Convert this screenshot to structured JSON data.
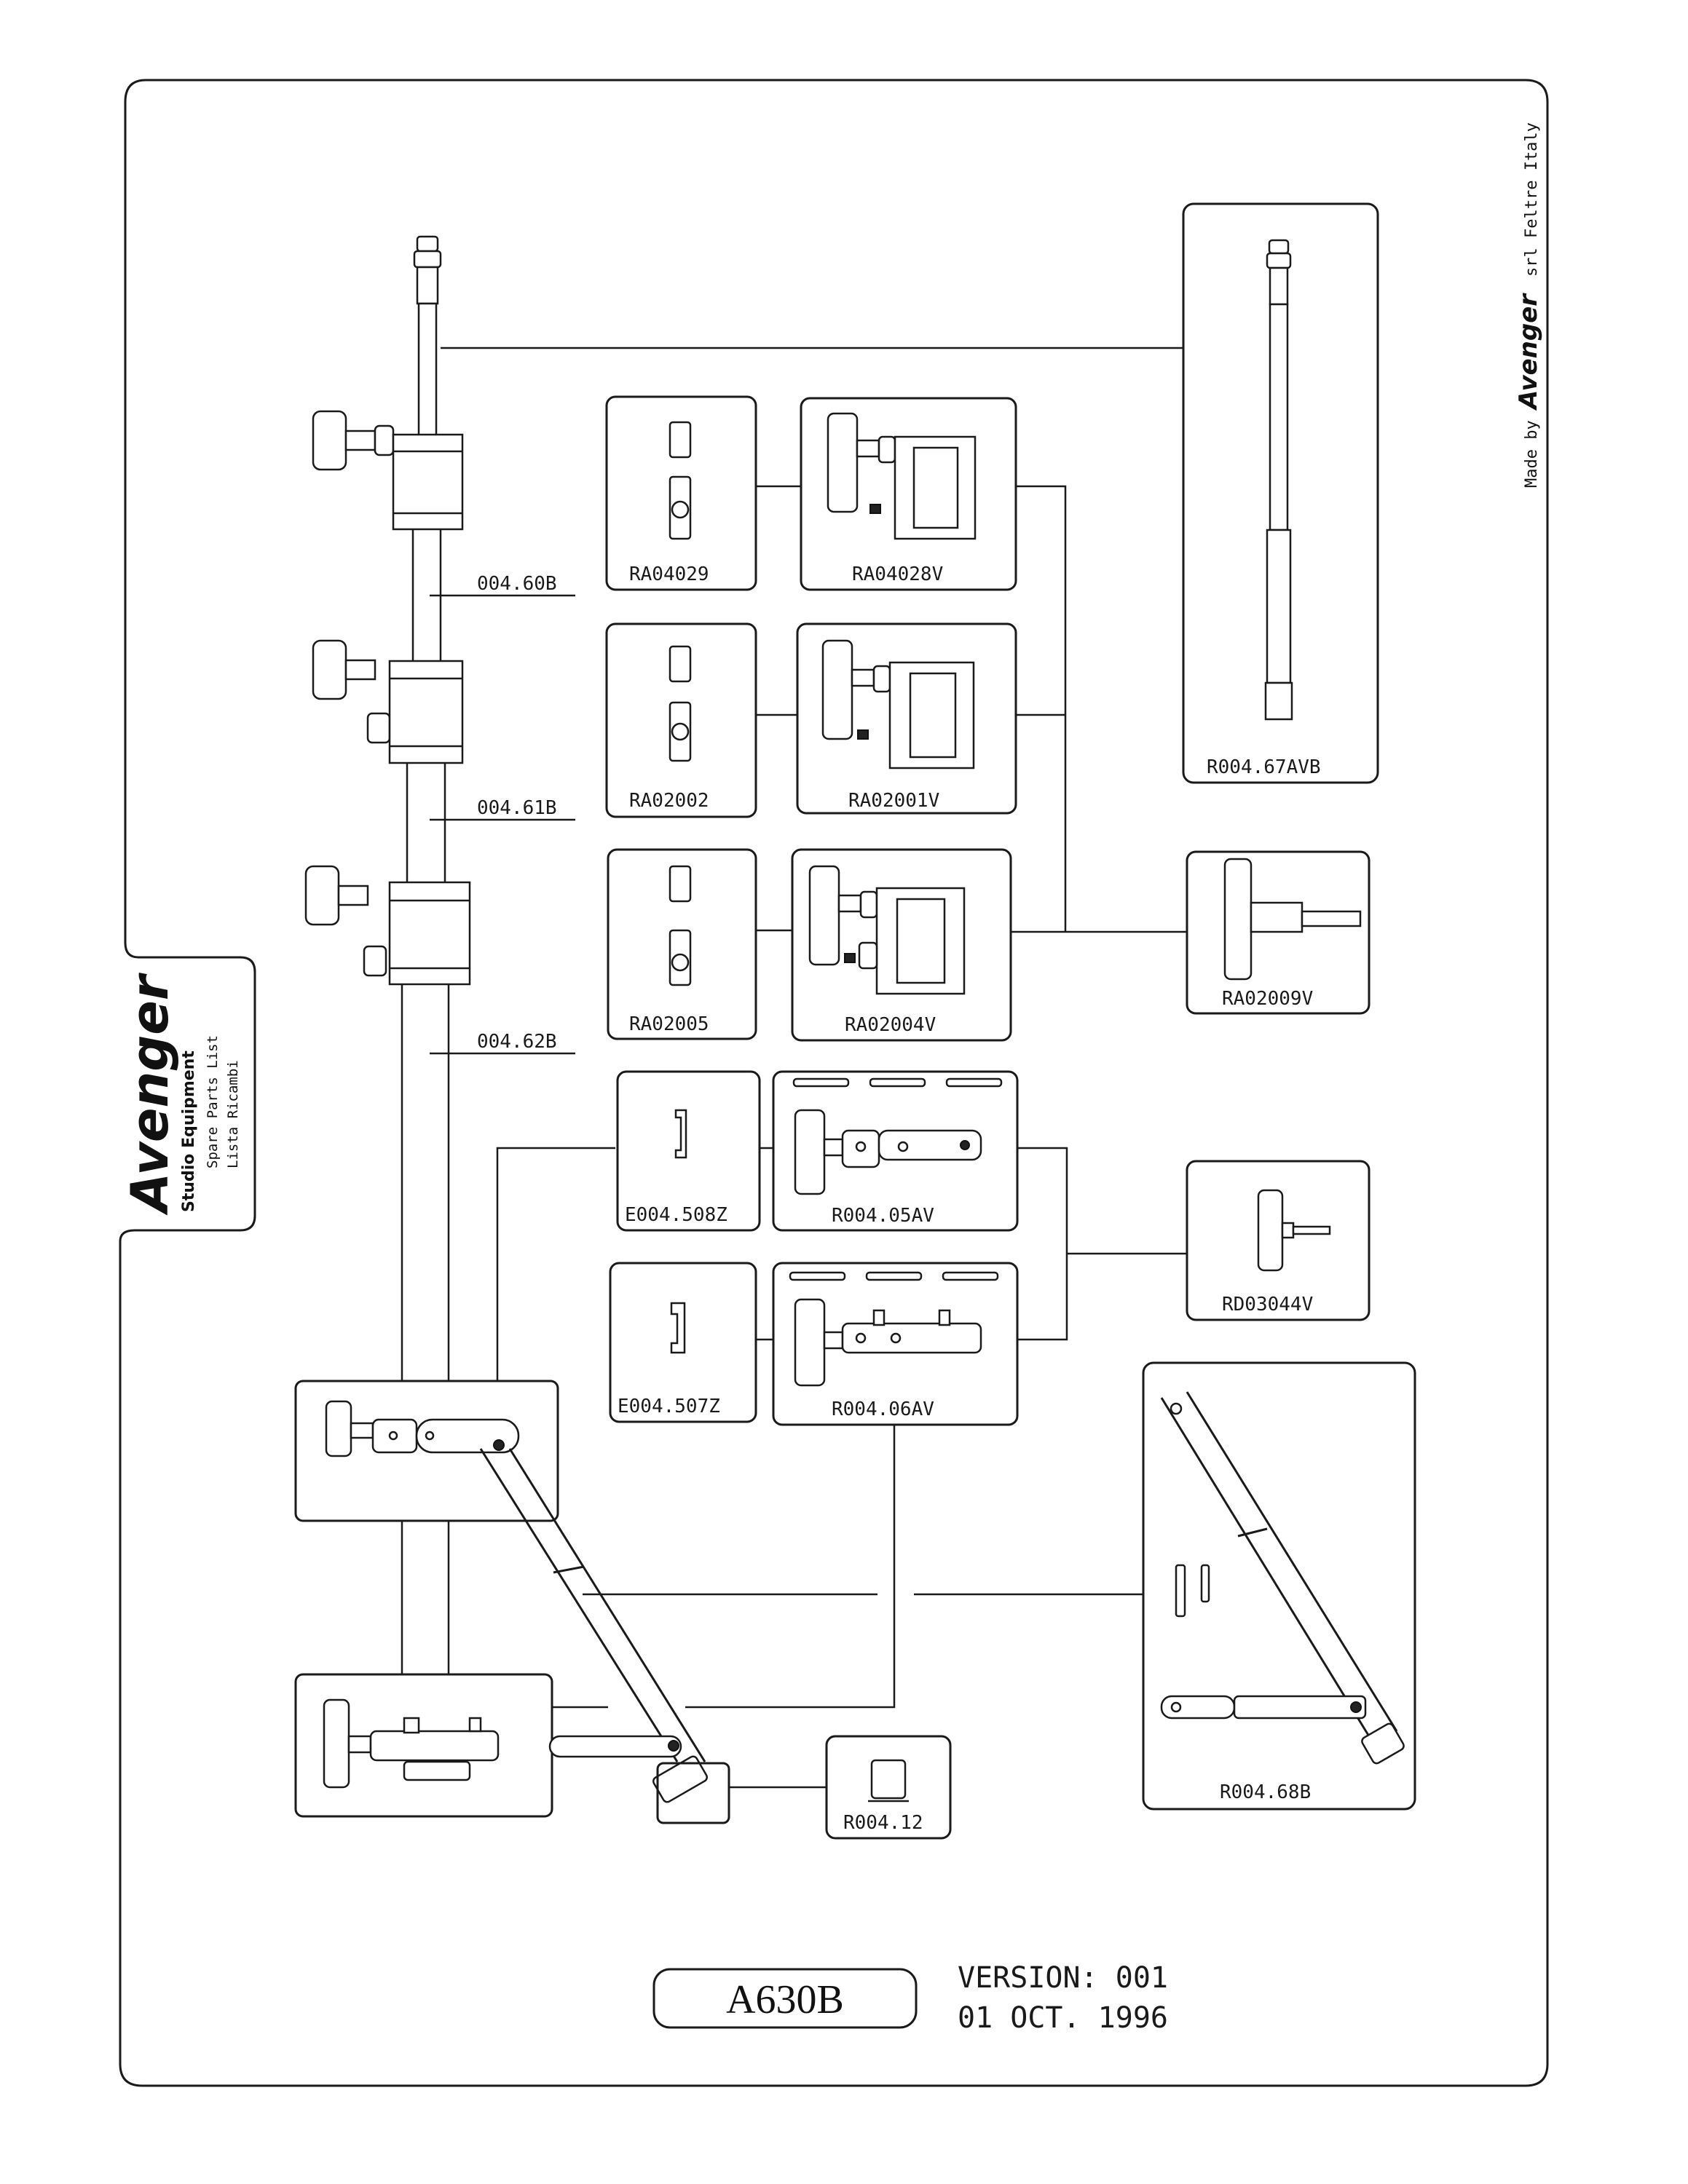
{
  "brand": {
    "logo": "Avenger",
    "subtitle": "Studio Equipment",
    "line1": "Spare Parts List",
    "line2": "Lista Ricambi"
  },
  "maker": {
    "prefix": "Made by",
    "name": "Avenger",
    "suffix": "srl Feltre Italy"
  },
  "stand_labels": {
    "riser1": "004.60B",
    "riser2": "004.61B",
    "riser3": "004.62B"
  },
  "parts": {
    "ra04029": "RA04029",
    "ra04028v": "RA04028V",
    "ra02002": "RA02002",
    "ra02001v": "RA02001V",
    "ra02005": "RA02005",
    "ra02004v": "RA02004V",
    "e004508z": "E004.508Z",
    "r00405av": "R004.05AV",
    "e004507z": "E004.507Z",
    "r00406av": "R004.06AV",
    "r00467avb": "R004.67AVB",
    "ra02009v": "RA02009V",
    "rd03044v": "RD03044V",
    "r00468b": "R004.68B",
    "r00412": "R004.12"
  },
  "footer": {
    "model": "A630B",
    "version": "VERSION: 001",
    "date": "01 OCT. 1996"
  }
}
